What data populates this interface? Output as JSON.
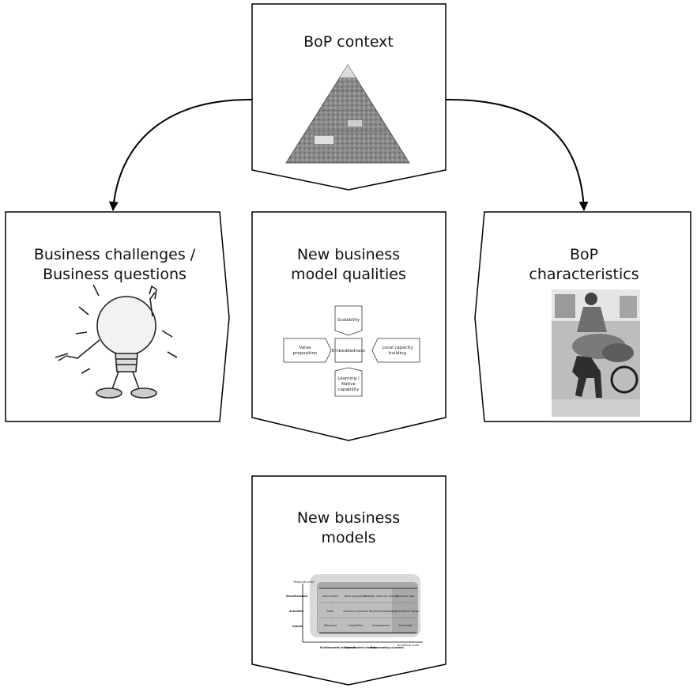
{
  "boxes": {
    "top": {
      "title": "BoP context"
    },
    "left": {
      "title_line1": "Business challenges /",
      "title_line2": "Business questions"
    },
    "center": {
      "title_line1": "New business",
      "title_line2": "model qualities"
    },
    "right": {
      "title_line1": "BoP",
      "title_line2": "characteristics"
    },
    "bottom": {
      "title_line1": "New business",
      "title_line2": "models"
    }
  },
  "qualities_mini": {
    "top": "Scalability",
    "center": "Embeddedness",
    "left_line1": "Value",
    "left_line2": "proposition",
    "right_line1": "Local capacity",
    "right_line2": "building",
    "bottom_line1": "Learning /",
    "bottom_line2": "Native",
    "bottom_line3": "capability"
  },
  "models_mini": {
    "top_label": "Temporal scale",
    "right_label": "Analytical scale",
    "rows": [
      "Manifestation",
      "Activities",
      "Inputs"
    ],
    "cols": [
      "Fundamental elements",
      "Coordinated clusters",
      "Rejuvenating clusters"
    ],
    "cells": [
      [
        "Value drivers",
        "Value propositions",
        "Strategic intent for change",
        "Dominant logic"
      ],
      [
        "Tasks",
        "Business processes",
        "Renewal processes",
        "Organizational design"
      ],
      [
        "Resources",
        "Capabilities",
        "Competences",
        "Knowledge"
      ]
    ]
  }
}
